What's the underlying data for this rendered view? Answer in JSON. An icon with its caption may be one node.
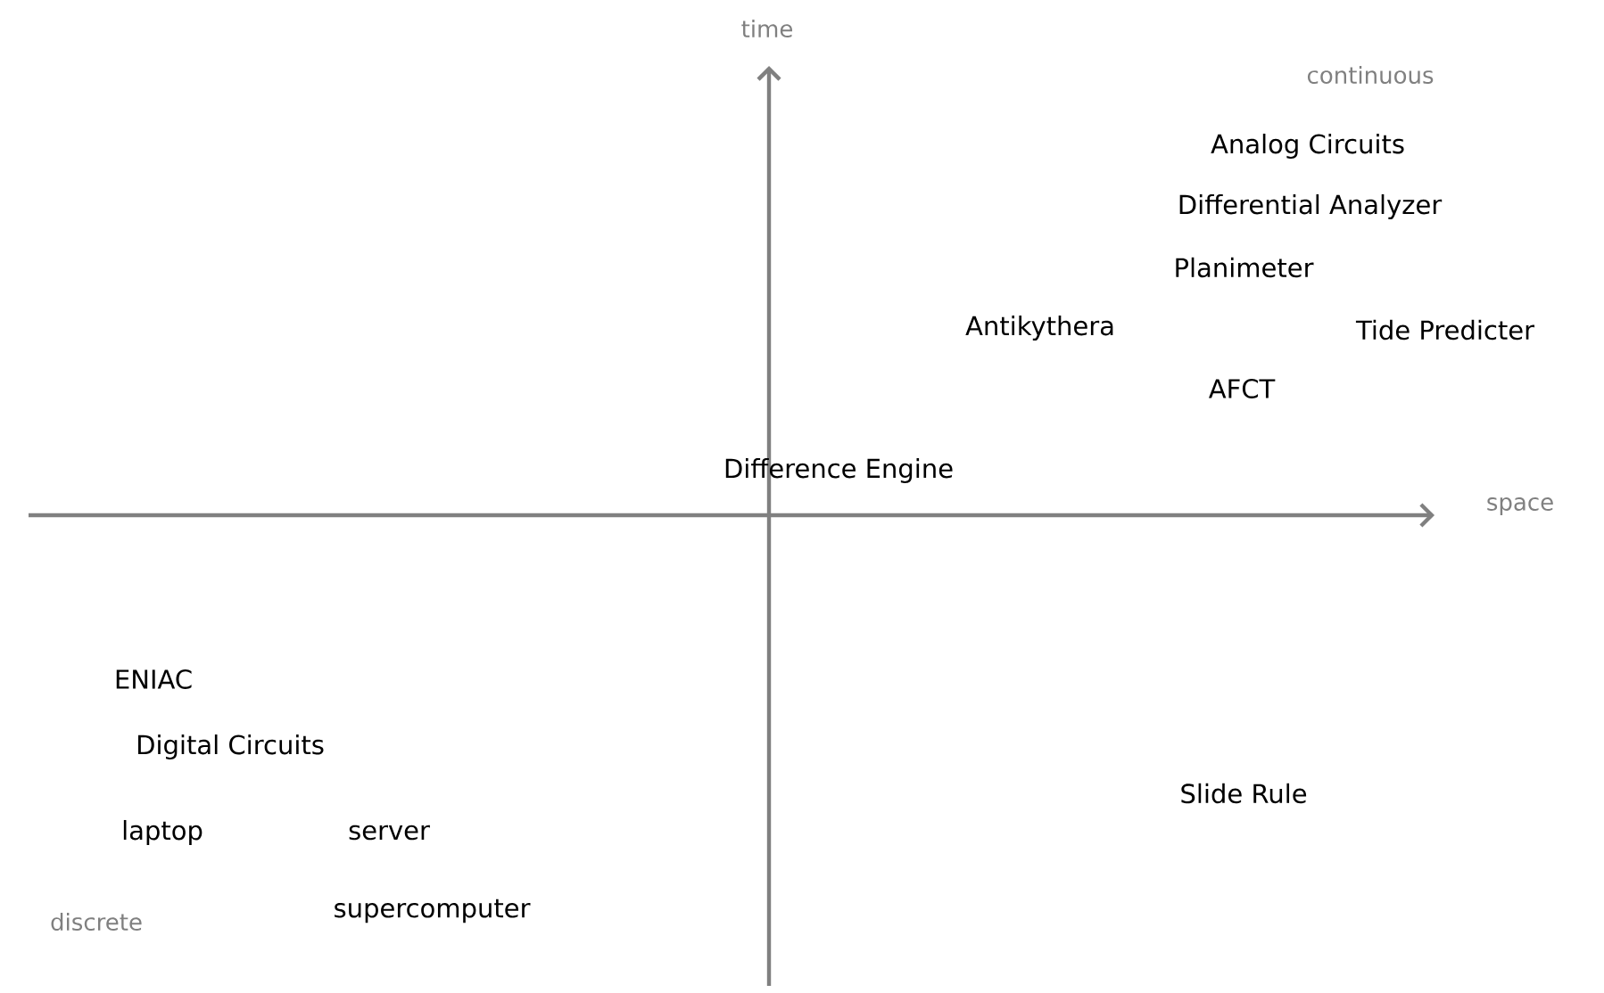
{
  "diagram": {
    "labels": [
      "time",
      "continuous",
      "Analog Circuits",
      "Differential Analyzer",
      "Planimeter",
      "Antikythera",
      "Tide Predicter",
      "AFCT",
      "Difference Engine",
      "space",
      "ENIAC",
      "Digital Circuits",
      "Slide Rule",
      "laptop",
      "server",
      "discrete",
      "supercomputer"
    ]
  }
}
